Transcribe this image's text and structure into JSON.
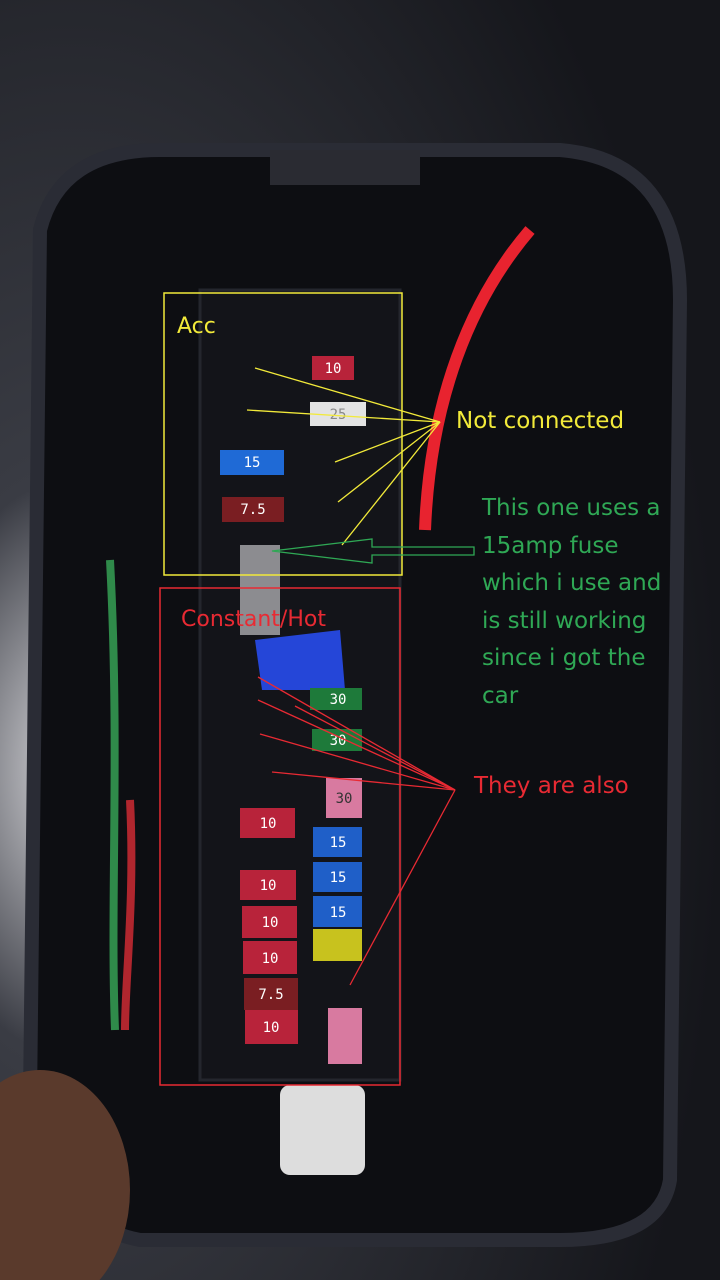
{
  "annotations": {
    "acc_label": "Acc",
    "not_connected": "Not connected",
    "green_note": [
      "This one uses a",
      "15amp fuse",
      "which i use and",
      "is still working",
      "since i got the",
      "car"
    ],
    "constant_label": "Constant/Hot",
    "they_are_also": "They are also"
  },
  "colors": {
    "yellow": "#f2ea3a",
    "green": "#2fa855",
    "red": "#e82a33"
  },
  "fuses": {
    "acc": [
      "10",
      "25",
      "15",
      "7.5"
    ],
    "constant": [
      "30",
      "30",
      "30",
      "10",
      "15",
      "10",
      "15",
      "10",
      "15",
      "10",
      "7.5",
      "10"
    ]
  }
}
